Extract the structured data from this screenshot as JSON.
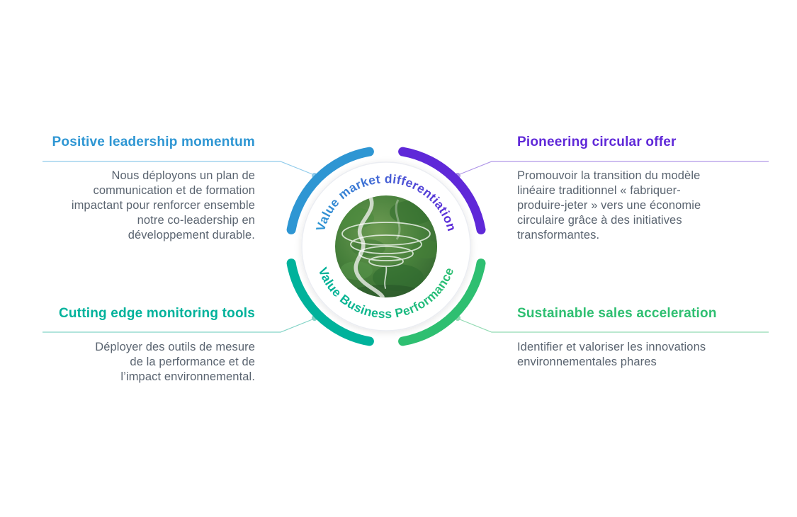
{
  "colors": {
    "blue": "#2E96D3",
    "purple": "#5F28D8",
    "teal": "#00B29B",
    "green": "#2EBF71",
    "blue_light": "#90CBEB",
    "purple_light": "#B096E8",
    "teal_light": "#82D3C6",
    "green_light": "#90DAB2",
    "body_text": "#5A6470"
  },
  "center": {
    "top_arc_label": "Value market differentiation",
    "bottom_arc_label": "Value Business Performance",
    "image_name": "aerial-forest-photo"
  },
  "quadrants": [
    {
      "position": "top-left",
      "title": "Positive leadership momentum",
      "color": "#2E96D3",
      "body_lines": [
        "Nous déployons un plan de",
        "communication et de formation",
        "impactant pour renforcer ensemble",
        "notre co-leadership en",
        "développement durable."
      ]
    },
    {
      "position": "top-right",
      "title": "Pioneering circular offer",
      "color": "#5F28D8",
      "body_lines": [
        "Promouvoir la transition du modèle",
        "linéaire traditionnel « fabriquer-",
        "produire-jeter » vers une économie",
        "circulaire grâce à des initiatives",
        "transformantes."
      ]
    },
    {
      "position": "bottom-left",
      "title": "Cutting edge monitoring tools",
      "color": "#00B29B",
      "body_lines": [
        "Déployer des outils de mesure",
        "de la performance et de",
        "l’impact environnemental."
      ]
    },
    {
      "position": "bottom-right",
      "title": "Sustainable sales acceleration",
      "color": "#2EBF71",
      "body_lines": [
        "Identifier et valoriser les innovations",
        "environnementales phares"
      ]
    }
  ]
}
